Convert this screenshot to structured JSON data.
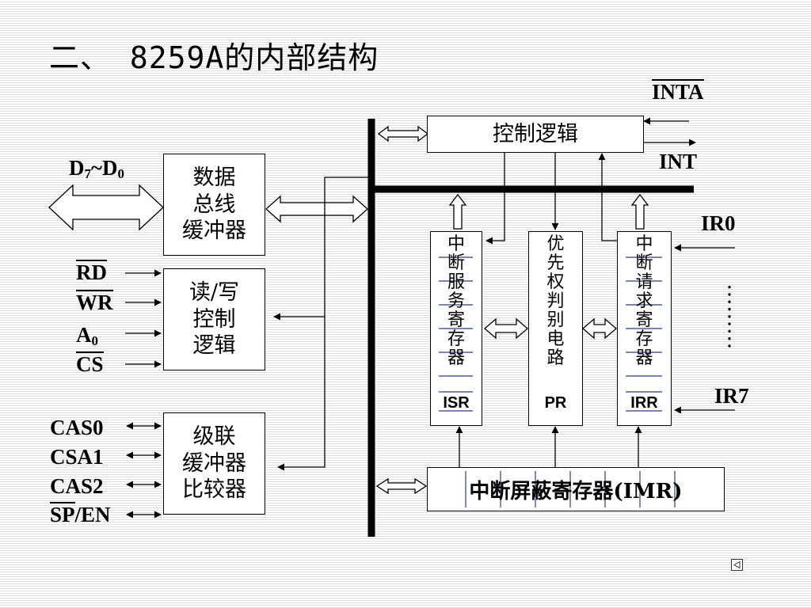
{
  "title": "二、 8259A的内部结构",
  "blocks": {
    "control_logic": "控制逻辑",
    "data_bus_buffer": [
      "数据",
      "总线",
      "缓冲器"
    ],
    "rw_control": [
      "读/写",
      "控制",
      "逻辑"
    ],
    "cascade": [
      "级联",
      "缓冲器",
      "比较器"
    ],
    "isr": {
      "text": [
        "中",
        "断",
        "服",
        "务",
        "寄",
        "存",
        "器"
      ],
      "label": "ISR"
    },
    "pr": {
      "text": [
        "优",
        "先",
        "权",
        "判",
        "别",
        "电",
        "路"
      ],
      "label": "PR"
    },
    "irr": {
      "text": [
        "中",
        "断",
        "请",
        "求",
        "寄",
        "存",
        "器"
      ],
      "label": "IRR"
    },
    "imr": "中断屏蔽寄存器(IMR)"
  },
  "signals": {
    "inta": "INTA",
    "int": "INT",
    "data": {
      "D": "D",
      "sub7": "7",
      "tilde": "~D",
      "sub0": "0"
    },
    "rd": "RD",
    "wr": "WR",
    "a0": {
      "A": "A",
      "sub": "0"
    },
    "cs": "CS",
    "cas0": "CAS0",
    "csa1": "CSA1",
    "cas2": "CAS2",
    "sp": "SP",
    "en": "/EN",
    "ir0": "IR0",
    "ir7": "IR7"
  },
  "colors": {
    "line": "#000000",
    "background": "#ffffff",
    "stripe": "#dedede"
  },
  "icons": {
    "nav": "triangle-left-icon"
  }
}
